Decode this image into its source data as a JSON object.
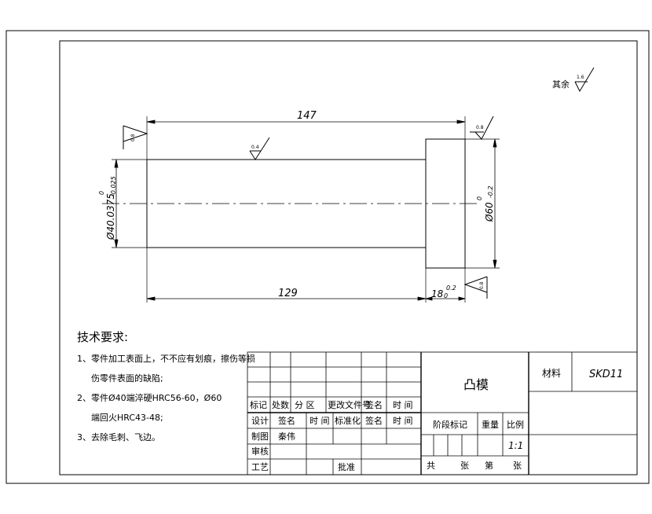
{
  "surface_note_label": "其余",
  "roughness": {
    "general": "1.6",
    "top_left": "0.8",
    "shaft": "0.4",
    "top_right": "0.8",
    "bottom_right": "0.8"
  },
  "dimensions": {
    "overall_length": "147",
    "shaft_length": "129",
    "shaft_diameter": "Ø40.0375",
    "shaft_tol_upper": "0",
    "shaft_tol_lower": "-0.025",
    "head_diameter": "Ø60",
    "head_tol_upper": "0",
    "head_tol_lower": "-0.2",
    "head_length": "18",
    "head_len_tol_upper": "0.2",
    "head_len_tol_lower": "0"
  },
  "tech_requirements": {
    "title": "技术要求:",
    "item1_line1": "1、零件加工表面上，不不应有划痕，擦伤等损",
    "item1_line2": "伤零件表面的缺陷;",
    "item2_line1": "2、零件Ø40端淬硬HRC56-60，Ø60",
    "item2_line2": "端回火HRC43-48;",
    "item3": "3、去除毛刺、飞边。"
  },
  "title_block": {
    "rev_headers": [
      "标记",
      "处数",
      "分  区",
      "更改文件号",
      "签名",
      "时  间"
    ],
    "row_design": [
      "设计",
      "签名",
      "时  间",
      "标准化",
      "签名",
      "时  间"
    ],
    "drafter_label": "制图",
    "drafter_name": "秦伟",
    "checker_label": "审核",
    "process_label": "工艺",
    "approve_label": "批准",
    "part_name": "凸模",
    "material_label": "材料",
    "material_value": "SKD11",
    "stage_label": "阶段标记",
    "weight_label": "重量",
    "scale_label": "比例",
    "scale_value": "1:1",
    "total_label": "共",
    "sheet_unit1": "张",
    "sheet_of": "第",
    "sheet_unit2": "张"
  }
}
